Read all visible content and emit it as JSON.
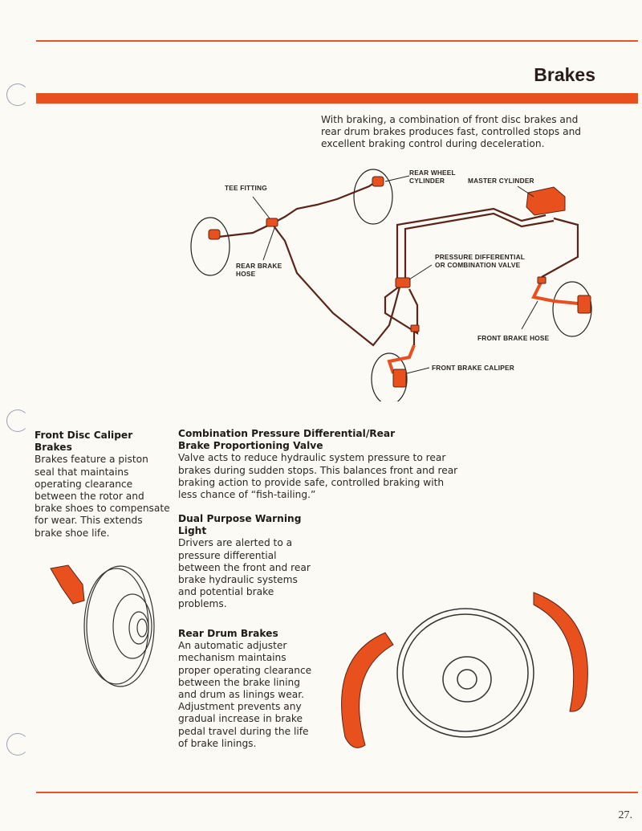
{
  "header": {
    "title": "Brakes"
  },
  "intro": "With braking, a combination of front disc brakes and rear drum brakes produces fast, controlled stops and excellent braking control during deceleration.",
  "diagram": {
    "labels": {
      "tee_fitting": "TEE FITTING",
      "rear_wheel_cylinder_1": "REAR WHEEL",
      "rear_wheel_cylinder_2": "CYLINDER",
      "master_cylinder": "MASTER CYLINDER",
      "rear_brake_hose_1": "REAR BRAKE",
      "rear_brake_hose_2": "HOSE",
      "pressure_valve_1": "PRESSURE DIFFERENTIAL",
      "pressure_valve_2": "OR COMBINATION VALVE",
      "front_brake_hose": "FRONT BRAKE HOSE",
      "front_brake_caliper": "FRONT BRAKE CALIPER"
    }
  },
  "sections": {
    "front_disc": {
      "heading": "Front Disc Caliper Brakes",
      "text": "Brakes feature a piston seal that maintains operating clearance between the rotor and brake shoes to compensate for wear. This extends brake shoe life."
    },
    "combination_valve": {
      "heading": "Combination Pressure Differential/Rear Brake Proportioning Valve",
      "text": "Valve acts to reduce hydraulic system pressure to rear brakes during sudden stops. This balances front and rear braking action to provide safe, controlled braking with less chance of “fish-tailing.”"
    },
    "warning_light": {
      "heading": "Dual Purpose Warning Light",
      "text": "Drivers are alerted to a pressure differential between the front and rear brake hydraulic systems and potential brake problems."
    },
    "rear_drum": {
      "heading": "Rear Drum Brakes",
      "text": "An automatic adjuster mechanism maintains proper operating clearance between the brake lining and drum as linings wear. Adjustment prevents any gradual increase in brake pedal travel during the life of brake linings."
    }
  },
  "footer": {
    "page_number": "27."
  },
  "colors": {
    "accent": "#e8501e",
    "text": "#2e2624",
    "background": "#fbfaf4"
  }
}
